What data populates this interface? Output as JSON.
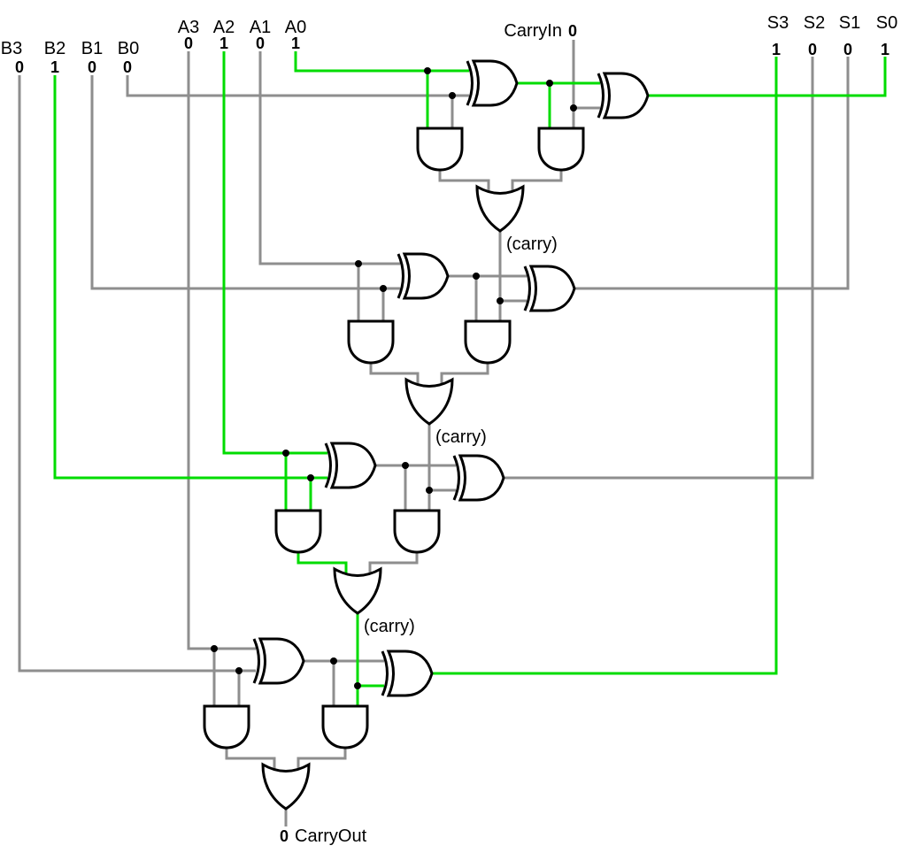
{
  "colors": {
    "high": "#00DC00",
    "low": "#8E8E8E",
    "gate": "#000000",
    "text": "#000000",
    "background": "#FFFFFF"
  },
  "carry_label": "(carry)",
  "pins": {
    "b_inputs": [
      {
        "label": "B3",
        "value": "0",
        "state": 0
      },
      {
        "label": "B2",
        "value": "1",
        "state": 1
      },
      {
        "label": "B1",
        "value": "0",
        "state": 0
      },
      {
        "label": "B0",
        "value": "0",
        "state": 0
      }
    ],
    "a_inputs": [
      {
        "label": "A3",
        "value": "0",
        "state": 0
      },
      {
        "label": "A2",
        "value": "1",
        "state": 1
      },
      {
        "label": "A1",
        "value": "0",
        "state": 0
      },
      {
        "label": "A0",
        "value": "1",
        "state": 1
      }
    ],
    "carry_in": {
      "label": "CarryIn",
      "value": "0",
      "state": 0
    },
    "s_outputs": [
      {
        "label": "S3",
        "value": "1",
        "state": 1
      },
      {
        "label": "S2",
        "value": "0",
        "state": 0
      },
      {
        "label": "S1",
        "value": "0",
        "state": 0
      },
      {
        "label": "S0",
        "value": "1",
        "state": 1
      }
    ],
    "carry_out": {
      "label": "CarryOut",
      "value": "0",
      "state": 0
    }
  },
  "stages": [
    {
      "bit": 0,
      "a": 1,
      "b": 0,
      "carry_in": 0,
      "a_xor_b": 1,
      "a_and_b": 0,
      "and2": 0,
      "carry_out": 0,
      "sum": 1
    },
    {
      "bit": 1,
      "a": 0,
      "b": 0,
      "carry_in": 0,
      "a_xor_b": 0,
      "a_and_b": 0,
      "and2": 0,
      "carry_out": 0,
      "sum": 0
    },
    {
      "bit": 2,
      "a": 1,
      "b": 1,
      "carry_in": 0,
      "a_xor_b": 0,
      "a_and_b": 1,
      "and2": 0,
      "carry_out": 1,
      "sum": 0
    },
    {
      "bit": 3,
      "a": 0,
      "b": 0,
      "carry_in": 1,
      "a_xor_b": 0,
      "a_and_b": 0,
      "and2": 0,
      "carry_out": 0,
      "sum": 1
    }
  ]
}
